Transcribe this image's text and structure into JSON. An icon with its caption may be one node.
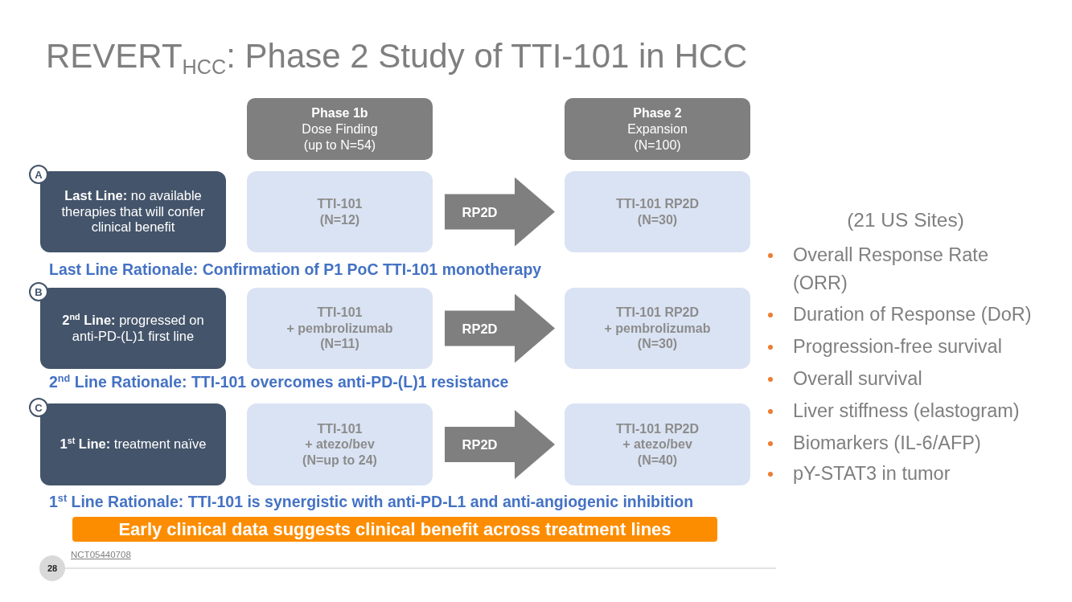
{
  "diagram": {
    "title": "REVERT$_{HCC}$: Phase 2 Study of TTI-101 in HCC",
    "nodes": [
      {
        "text": [
          "Phase 1b",
          "Dose Finding (up to N=54)"
        ]
      },
      {
        "text": [
          "Phase 2",
          "Expansion (N=100)"
        ]
      },
      {
        "text": [
          "A"
        ]
      },
      {
        "text": [
          "**Last Line:** no available therapies that will confer clinical benefit"
        ]
      },
      {
        "text": [
          "TTI-101 (N=12)"
        ]
      },
      {
        "text": [
          "TTI-101 RP2D (N=30)"
        ]
      },
      {
        "text": [
          "B"
        ]
      },
      {
        "text": [
          "**2$^{nd}$ Line:** progressed on anti-PD-(L)1 first line"
        ]
      },
      {
        "text": [
          "TTI-101 + pembrolizumab (N=11)"
        ]
      },
      {
        "text": [
          "TTI-101 RP2D + pembrolizumab (N=30)"
        ]
      },
      {
        "text": [
          "C"
        ]
      },
      {
        "text": [
          "**1$^{st}$ Line:** treatment naïve"
        ]
      },
      {
        "text": [
          "TTI-101 + atezo/bev (N=up to 24)"
        ]
      },
      {
        "text": [
          "TTI-101 RP2D + atezo/bev (N=40)"
        ]
      },
      {
        "text": [
          "Early clinical data suggests clinical benefit across treatment lines"
        ]
      },
      {
        "text": [
          "28"
        ]
      }
    ],
    "edges": [
      {
        "from": 4,
        "to": 5,
        "arrow": "to",
        "label": "RP2D"
      },
      {
        "from": 8,
        "to": 9,
        "arrow": "to",
        "label": "RP2D"
      },
      {
        "from": 12,
        "to": 13,
        "arrow": "to",
        "label": "RP2D"
      }
    ],
    "labels": [
      "Last Line Rationale: Confirmation of P1 PoC TTI-101 monotherapy",
      "2$^{nd}$ Line Rationale: TTI-101 overcomes anti-PD-(L)1 resistance",
      "1$^{st}$ Line Rationale: TTI-101 is synergistic with anti-PD-L1 and anti-angiogenic inhibition",
      "(21 US Sites)",
      "Overall Response Rate (ORR)",
      "Duration of Response (DoR)",
      "Progression-free survival",
      "Overall survival",
      "Liver stiffness (elastogram)",
      "Biomarkers (IL-6/AFP)",
      "pY-STAT3 in tumor",
      "NCT05440708"
    ]
  }
}
